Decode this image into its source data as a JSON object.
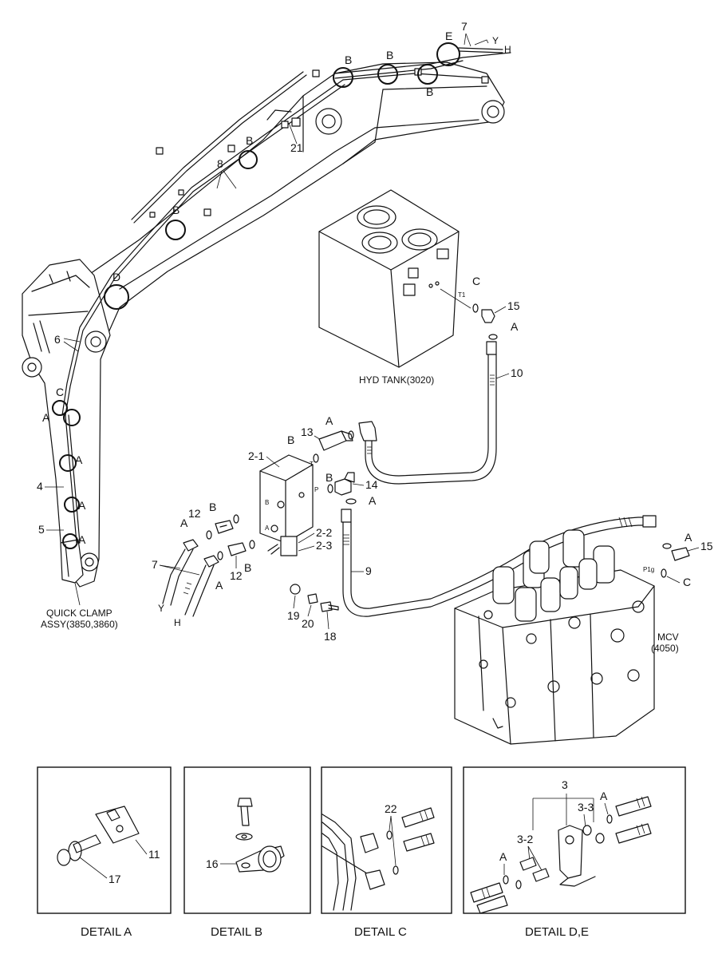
{
  "labels": {
    "A": "A",
    "B": "B",
    "C": "C",
    "D": "D",
    "E": "E",
    "H": "H",
    "Y": "Y",
    "T1": "T1",
    "T": "T",
    "P": "P",
    "P1g": "P1g",
    "n2_1": "2-1",
    "n2_2": "2-2",
    "n2_3": "2-3",
    "n3": "3",
    "n3_2": "3-2",
    "n3_3": "3-3",
    "n4": "4",
    "n5": "5",
    "n6": "6",
    "n7": "7",
    "n8": "8",
    "n9": "9",
    "n10": "10",
    "n11": "11",
    "n12": "12",
    "n13": "13",
    "n14": "14",
    "n15": "15",
    "n16": "16",
    "n17": "17",
    "n18": "18",
    "n19": "19",
    "n20": "20",
    "n21": "21",
    "n22": "22"
  },
  "components": {
    "quick_clamp_line1": "QUICK CLAMP",
    "quick_clamp_line2": "ASSY(3850,3860)",
    "hyd_tank": "HYD TANK(3020)",
    "mcv_line1": "MCV",
    "mcv_line2": "(4050)"
  },
  "details": {
    "a": "DETAIL  A",
    "b": "DETAIL  B",
    "c": "DETAIL  C",
    "de": "DETAIL  D,E"
  }
}
